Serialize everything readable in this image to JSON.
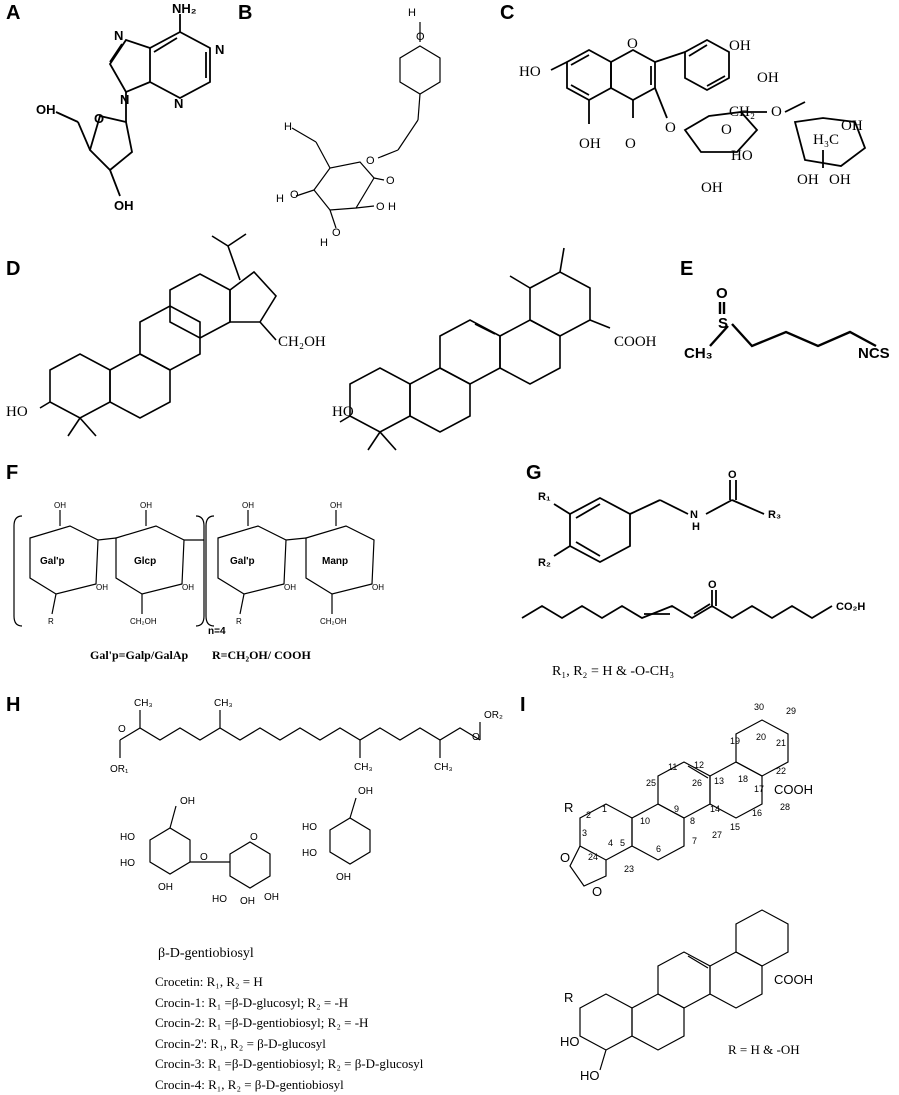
{
  "panels": [
    "A",
    "B",
    "C",
    "D",
    "E",
    "F",
    "G",
    "H",
    "I"
  ],
  "panelA": {
    "atoms": [
      "NH₂",
      "N",
      "N",
      "N",
      "N",
      "OH",
      "O",
      "OH"
    ]
  },
  "panelB": {
    "atoms": [
      "H",
      "O",
      "H",
      "O",
      "O",
      "O",
      "H",
      "O",
      "H",
      "O",
      "H"
    ]
  },
  "panelC": {
    "atoms": [
      "HO",
      "O",
      "OH",
      "OH",
      "OH",
      "O",
      "O",
      "O",
      "CH₂",
      "O",
      "H₃C",
      "OH",
      "HO",
      "OH",
      "OH",
      "OH"
    ]
  },
  "panelD": {
    "atoms": [
      "CH₂OH",
      "HO",
      "COOH",
      "HO"
    ]
  },
  "panelE": {
    "atoms": [
      "O",
      "S",
      "CH₃",
      "NCS"
    ]
  },
  "panelF": {
    "units": [
      "Gal'p",
      "Glcp",
      "Gal'p",
      "Manp"
    ],
    "n_label": "n=4",
    "caption_left": "Gal'p=Galp/GalAp",
    "caption_right": "R=CH₂OH/ COOH",
    "atoms": [
      "OH",
      "OH",
      "R",
      "OH",
      "OH",
      "CH₂OH",
      "OH",
      "OH",
      "R",
      "OH",
      "OH",
      "CH₂OH"
    ]
  },
  "panelG": {
    "atoms": [
      "R₁",
      "R₂",
      "N",
      "H",
      "O",
      "R₃",
      "O",
      "CO₂H"
    ],
    "caption": "R₁, R₂ = H & -O-CH₃"
  },
  "panelH": {
    "atoms": [
      "CH₃",
      "CH₃",
      "CH₃",
      "CH₃",
      "OR₂",
      "OR₁",
      "O",
      "O",
      "OH",
      "HO",
      "HO",
      "OH",
      "O",
      "O",
      "HO",
      "OH",
      "OH",
      "OH",
      "HO",
      "HO",
      "OH"
    ],
    "gentiobiosyl": "β-D-gentiobiosyl",
    "list": [
      "Crocetin: R₁, R₂ = H",
      "Crocin-1: R₁ =β-D-glucosyl;  R₂ = -H",
      "Crocin-2: R₁ =β-D-gentiobiosyl;  R₂ = -H",
      "Crocin-2': R₁, R₂ = β-D-glucosyl",
      "Crocin-3: R₁ =β-D-gentiobiosyl;  R₂ = β-D-glucosyl",
      "Crocin-4: R₁, R₂ = β-D-gentiobiosyl"
    ]
  },
  "panelI": {
    "numbers": [
      "30",
      "29",
      "19",
      "20",
      "21",
      "12",
      "11",
      "25",
      "26",
      "13",
      "18",
      "22",
      "17",
      "28",
      "1",
      "9",
      "14",
      "10",
      "8",
      "16",
      "2",
      "15",
      "27",
      "7",
      "3",
      "5",
      "4",
      "6",
      "24",
      "23"
    ],
    "atoms": [
      "R",
      "O",
      "O",
      "COOH",
      "R",
      "COOH",
      "HO",
      "HO"
    ],
    "caption": "R = H & -OH"
  }
}
